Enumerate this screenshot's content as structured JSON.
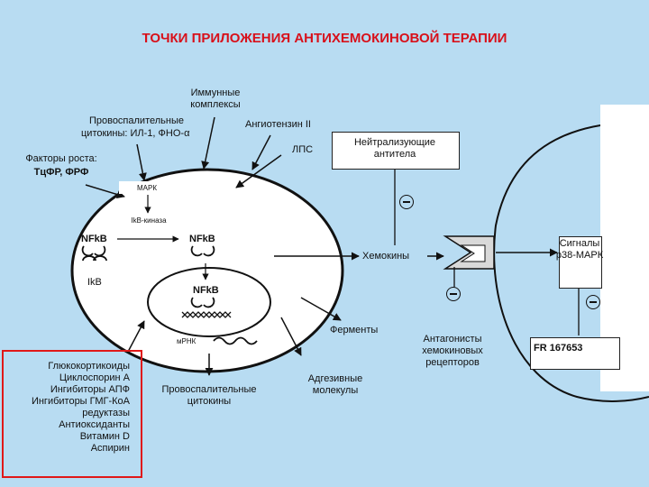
{
  "title": "ТОЧКИ ПРИЛОЖЕНИЯ АНТИХЕМОКИНОВОЙ ТЕРАПИИ",
  "labels": {
    "immune_complexes": "Иммунные комплексы",
    "proinflammatory_cytokines_line1": "Провоспалительные",
    "proinflammatory_cytokines_line2": "цитокины:  ИЛ-1, ФНО-α",
    "angiotensin": "Ангиотензин II",
    "lps": "ЛПС",
    "growth_factors_line1": "Факторы роста:",
    "growth_factors_line2": "ТцФР, ФРФ",
    "neutralizing_antibodies": "Нейтрализующие антитела",
    "mapk": "МАРК",
    "ikb_kinase": "IkB-киназа",
    "nfkb_left": "NFkB",
    "nfkb_center": "NFkB",
    "nfkb_nucleus": "NFkB",
    "ikb": "IkB",
    "chemokines": "Хемокины",
    "signals": "Сигналы р38-МАРК",
    "enzymes": "Ферменты",
    "mrna": "мРНК",
    "antagonists": "Антагонисты хемокиновых рецепторов",
    "fr_compound": "FR 167653",
    "adhesion_molecules": "Адгезивные молекулы",
    "proinflammatory_cytokines_out": "Провоспалительные цитокины"
  },
  "drugs": [
    "Глюкокортикоиды",
    "Циклоспорин А",
    "Ингибиторы АПФ",
    "Ингибиторы ГМГ-КоА",
    "редуктазы",
    "Антиоксиданты",
    "Витамин D",
    "Аспирин"
  ],
  "colors": {
    "background": "#b8dcf2",
    "title": "#d8101a",
    "drug_box_border": "#e01818"
  }
}
